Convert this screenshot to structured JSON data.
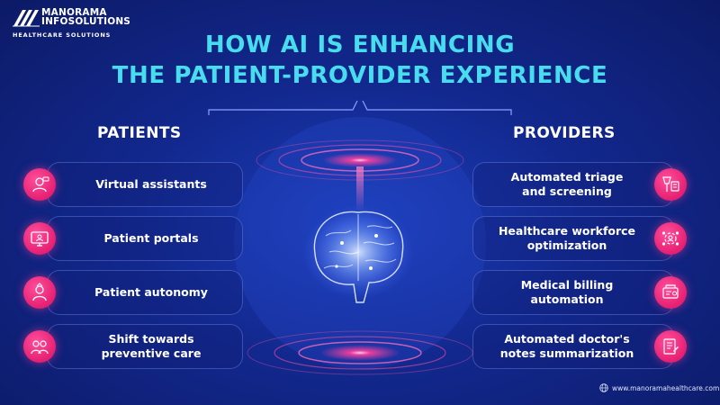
{
  "brand": {
    "name_line1": "MANORAMA",
    "name_line2": "INFOSOLUTIONS",
    "tagline": "HEALTHCARE SOLUTIONS"
  },
  "title": {
    "line1": "HOW AI IS ENHANCING",
    "line2": "THE PATIENT-PROVIDER EXPERIENCE"
  },
  "patients": {
    "heading": "PATIENTS",
    "items": [
      {
        "label": "Virtual assistants",
        "icon": "virtual-assistant-icon"
      },
      {
        "label": "Patient portals",
        "icon": "patient-portal-icon"
      },
      {
        "label": "Patient autonomy",
        "icon": "patient-autonomy-icon"
      },
      {
        "label_line1": "Shift towards",
        "label_line2": "preventive care",
        "icon": "preventive-care-icon"
      }
    ]
  },
  "providers": {
    "heading": "PROVIDERS",
    "items": [
      {
        "label_line1": "Automated triage",
        "label_line2": "and screening",
        "icon": "triage-icon"
      },
      {
        "label_line1": "Healthcare workforce",
        "label_line2": "optimization",
        "icon": "workforce-icon"
      },
      {
        "label_line1": "Medical billing",
        "label_line2": "automation",
        "icon": "billing-icon"
      },
      {
        "label_line1": "Automated doctor's",
        "label_line2": "notes summarization",
        "icon": "notes-icon"
      }
    ]
  },
  "footer": {
    "website": "www.manoramahealthcare.com"
  },
  "colors": {
    "background": "#12288e",
    "title": "#48dcef",
    "icon_accent": "#e61f72",
    "glow": "#ff3fa0"
  }
}
